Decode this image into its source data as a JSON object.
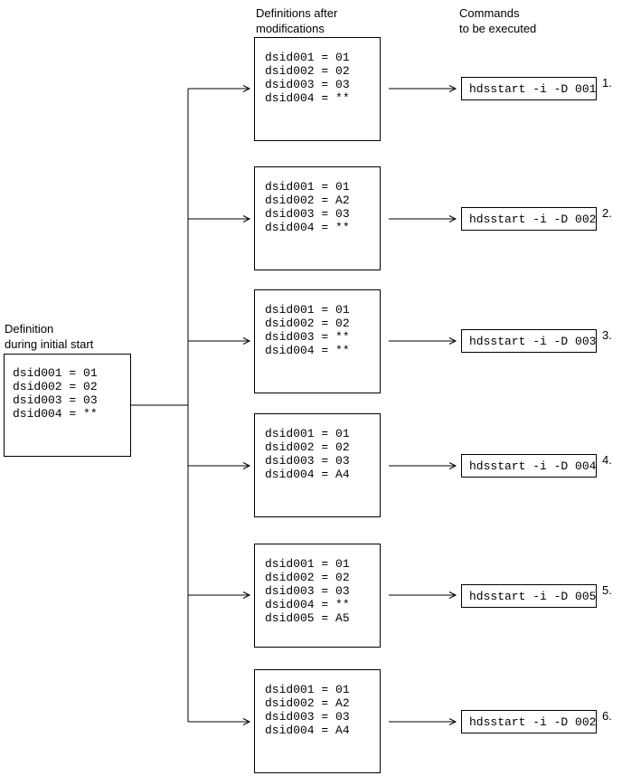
{
  "colors": {
    "line": "#000000",
    "background": "#ffffff"
  },
  "headers": {
    "initial": "Definition\nduring initial start",
    "modified": "Definitions after\nmodifications",
    "commands": "Commands\nto be executed"
  },
  "initial_definition": {
    "lines": [
      "dsid001 = 01",
      "dsid002 = 02",
      "dsid003 = 03",
      "dsid004 = **"
    ]
  },
  "cases": [
    {
      "number": "1.",
      "definitions": [
        "dsid001 = 01",
        "dsid002 = 02",
        "dsid003 = 03",
        "dsid004 = **"
      ],
      "command": "hdsstart -i -D 001"
    },
    {
      "number": "2.",
      "definitions": [
        "dsid001 = 01",
        "dsid002 = A2",
        "dsid003 = 03",
        "dsid004 = **"
      ],
      "command": "hdsstart -i -D 002"
    },
    {
      "number": "3.",
      "definitions": [
        "dsid001 = 01",
        "dsid002 = 02",
        "dsid003 = **",
        "dsid004 = **"
      ],
      "command": "hdsstart -i -D 003"
    },
    {
      "number": "4.",
      "definitions": [
        "dsid001 = 01",
        "dsid002 = 02",
        "dsid003 = 03",
        "dsid004 = A4"
      ],
      "command": "hdsstart -i -D 004"
    },
    {
      "number": "5.",
      "definitions": [
        "dsid001 = 01",
        "dsid002 = 02",
        "dsid003 = 03",
        "dsid004 = **",
        "dsid005 = A5"
      ],
      "command": "hdsstart -i -D 005"
    },
    {
      "number": "6.",
      "definitions": [
        "dsid001 = 01",
        "dsid002 = A2",
        "dsid003 = 03",
        "dsid004 = A4"
      ],
      "command": "hdsstart -i -D 002"
    }
  ]
}
